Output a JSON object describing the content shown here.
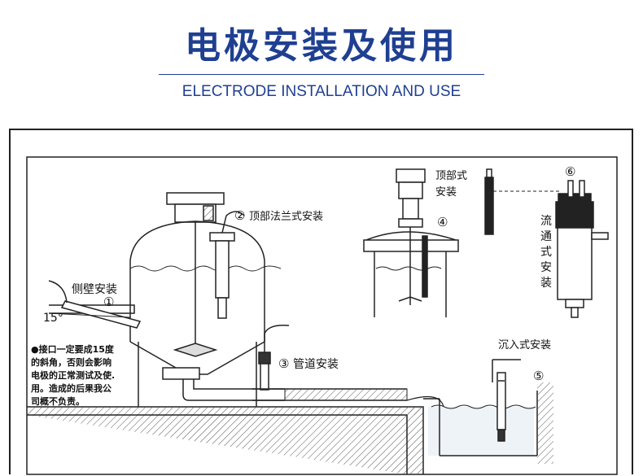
{
  "header": {
    "title": "电极安装及使用",
    "subtitle": "ELECTRODE INSTALLATION AND USE"
  },
  "labels": {
    "side_wall": "侧壁安装",
    "angle": "15°",
    "flange": "顶部法兰式安装",
    "pipe": "管道安装",
    "top": [
      "顶部式",
      "安装"
    ],
    "flow": [
      "流",
      "通",
      "式",
      "安",
      "装"
    ],
    "immersion": "沉入式安装",
    "note": [
      "●接口一定要成15度",
      "的斜角，否则会影响",
      "电极的正常测试及使.",
      "用。造成的后果我公",
      "司概不负责。"
    ]
  },
  "markers": {
    "m1": "①",
    "m2": "②",
    "m3": "③",
    "m4": "④",
    "m5": "⑤",
    "m6": "⑥"
  },
  "colors": {
    "title": "#1f3f91",
    "line": "#222222",
    "hatch": "#555555",
    "liquid": "#e8eef5"
  }
}
